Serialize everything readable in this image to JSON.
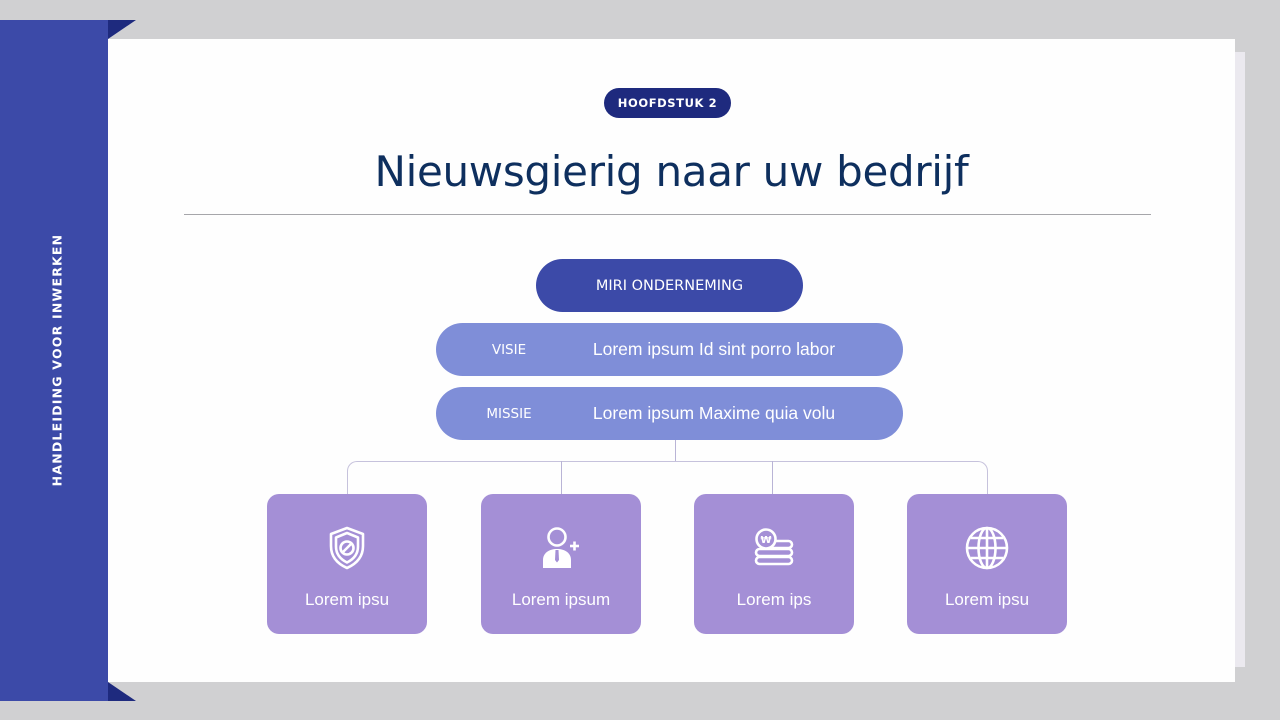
{
  "sidebar": {
    "label": "HANDLEIDING VOOR INWERKEN"
  },
  "header": {
    "chapter_badge": "HOOFDSTUK 2",
    "title": "Nieuwsgierig naar uw bedrijf"
  },
  "org_chart": {
    "root": "MIRI ONDERNEMING",
    "rows": [
      {
        "label": "VISIE",
        "text": "Lorem ipsum Id sint porro labor"
      },
      {
        "label": "MISSIE",
        "text": "Lorem ipsum Maxime quia volu"
      }
    ],
    "cards": [
      {
        "icon": "shield-icon",
        "label": "Lorem ipsu"
      },
      {
        "icon": "add-user-icon",
        "label": "Lorem ipsum"
      },
      {
        "icon": "coins-icon",
        "label": "Lorem ips"
      },
      {
        "icon": "globe-icon",
        "label": "Lorem ipsu"
      }
    ]
  },
  "colors": {
    "background": "#d0d0d2",
    "sidebar": "#3c4aa8",
    "fold": "#1e2a7e",
    "badge": "#1e2a7e",
    "title": "#0e2f5e",
    "root_pill": "#3c4aa8",
    "row_pill": "#7f8ed8",
    "card": "#a48fd6"
  }
}
